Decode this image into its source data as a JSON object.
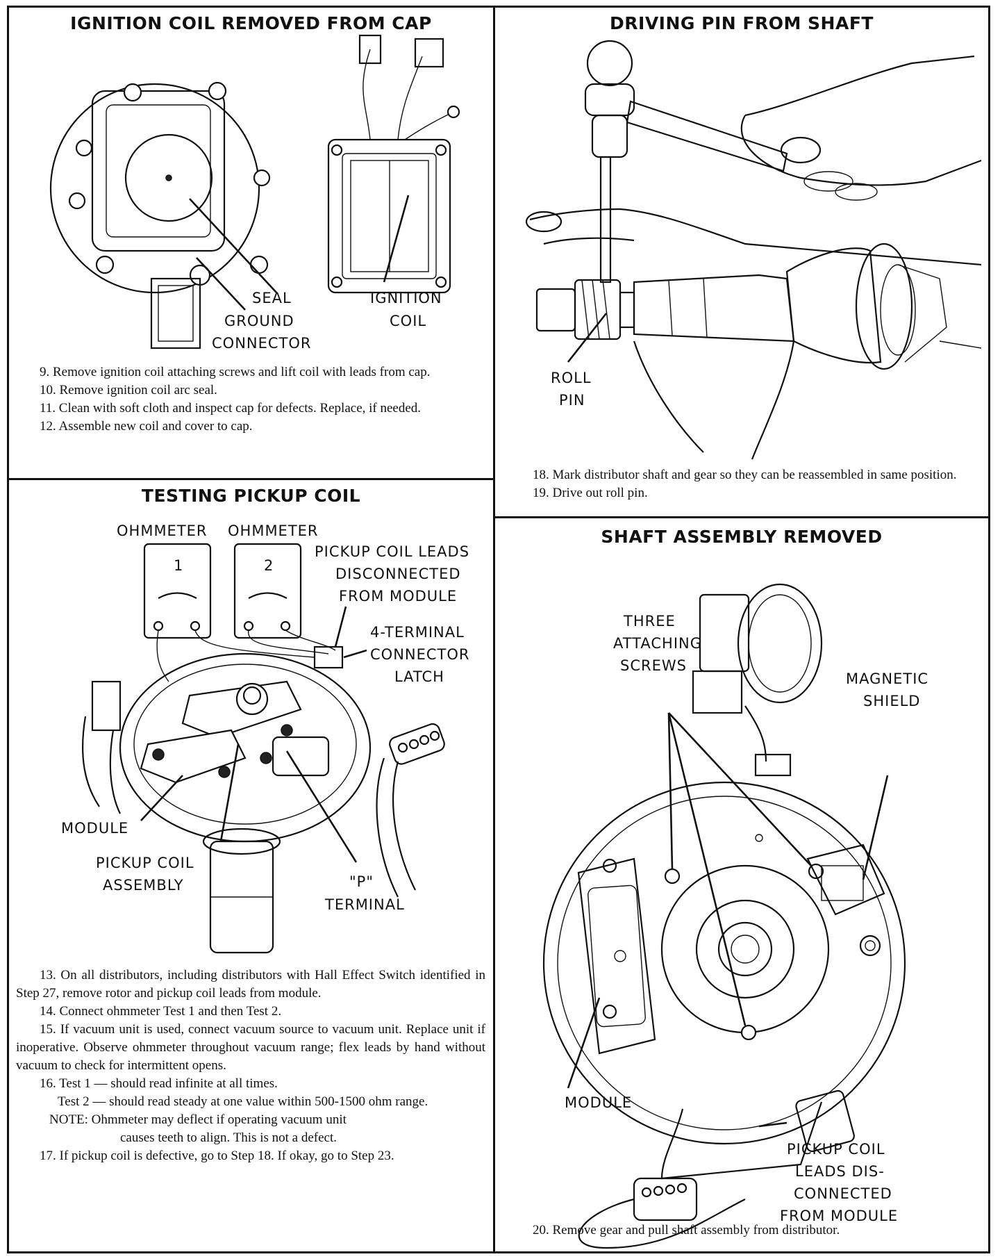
{
  "panels": {
    "coil": {
      "title": "IGNITION COIL REMOVED FROM CAP",
      "labels": {
        "seal": "SEAL",
        "ground": "GROUND",
        "connector": "CONNECTOR",
        "ignition": "IGNITION",
        "coil": "COIL"
      },
      "steps": [
        "9. Remove ignition coil attaching screws and lift coil with leads from cap.",
        "10. Remove ignition coil arc seal.",
        "11. Clean with soft cloth and inspect cap for defects. Replace, if needed.",
        "12. Assemble new coil and cover to cap."
      ]
    },
    "pin": {
      "title": "DRIVING PIN FROM SHAFT",
      "labels": {
        "roll": "ROLL",
        "pin": "PIN"
      },
      "steps": [
        "18. Mark distributor shaft and gear so they can be reassembled in same position.",
        "19. Drive out roll pin."
      ]
    },
    "pickup": {
      "title": "TESTING PICKUP COIL",
      "labels": {
        "ohm1": "OHMMETER",
        "ohm2": "OHMMETER",
        "meter1": "1",
        "meter2": "2",
        "leads1": "PICKUP COIL LEADS",
        "leads2": "DISCONNECTED",
        "leads3": "FROM MODULE",
        "term1": "4-TERMINAL",
        "term2": "CONNECTOR",
        "term3": "LATCH",
        "module": "MODULE",
        "pickup1": "PICKUP COIL",
        "pickup2": "ASSEMBLY",
        "p1": "\"P\"",
        "p2": "TERMINAL"
      },
      "steps": [
        "13. On all distributors, including distributors with Hall Effect Switch identified in Step 27, remove rotor and pickup coil leads from module.",
        "14. Connect ohmmeter Test 1 and then Test 2.",
        "15. If vacuum unit is used, connect vacuum source to vacuum unit. Replace unit if inoperative. Observe ohmmeter throughout vacuum range; flex leads by hand without vacuum to check for intermittent opens.",
        "16. Test 1 — should read infinite at all times.",
        "Test 2 — should read steady at one value within 500-1500 ohm range.",
        "NOTE: Ohmmeter may deflect if operating vacuum unit",
        "causes teeth to align. This is not a defect.",
        "17. If pickup coil is defective, go to Step 18. If okay, go to Step 23."
      ]
    },
    "shaft": {
      "title": "SHAFT ASSEMBLY REMOVED",
      "labels": {
        "three1": "THREE",
        "three2": "ATTACHING",
        "three3": "SCREWS",
        "mag1": "MAGNETIC",
        "mag2": "SHIELD",
        "module": "MODULE",
        "pick1": "PICKUP COIL",
        "pick2": "LEADS DIS-",
        "pick3": "CONNECTED",
        "pick4": "FROM MODULE"
      },
      "steps": [
        "20. Remove gear and pull shaft assembly from distributor."
      ]
    }
  }
}
